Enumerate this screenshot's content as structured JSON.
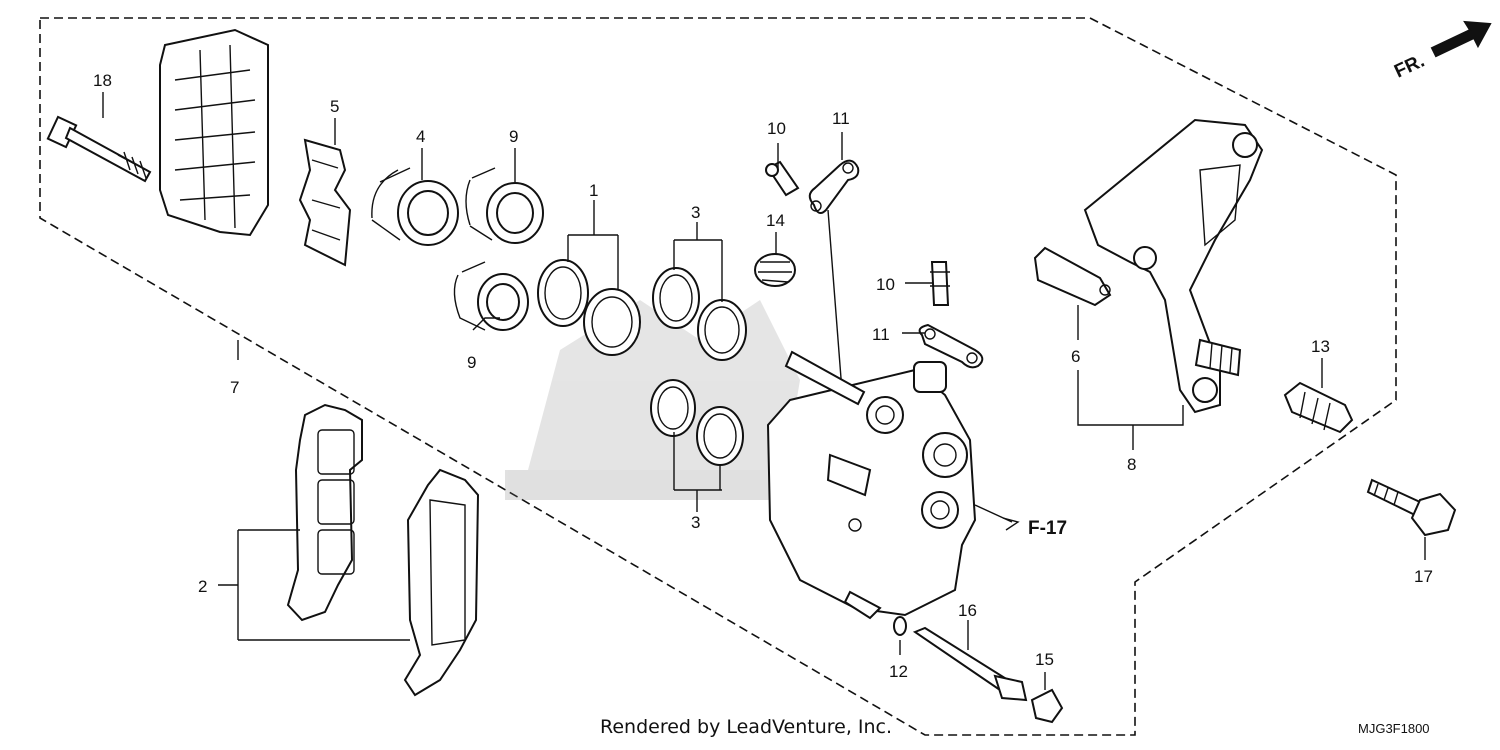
{
  "callouts": {
    "c1": "1",
    "c2": "2",
    "c3a": "3",
    "c3b": "3",
    "c4": "4",
    "c5": "5",
    "c6": "6",
    "c7": "7",
    "c8": "8",
    "c9a": "9",
    "c9b": "9",
    "c10a": "10",
    "c10b": "10",
    "c11a": "11",
    "c11b": "11",
    "c12": "12",
    "c13": "13",
    "c14": "14",
    "c15": "15",
    "c16": "16",
    "c17": "17",
    "c18": "18"
  },
  "direction_marker": "FR.",
  "reference": "F-17",
  "credit": "Rendered by LeadVenture, Inc.",
  "diagram_code": "MJG3F1800"
}
